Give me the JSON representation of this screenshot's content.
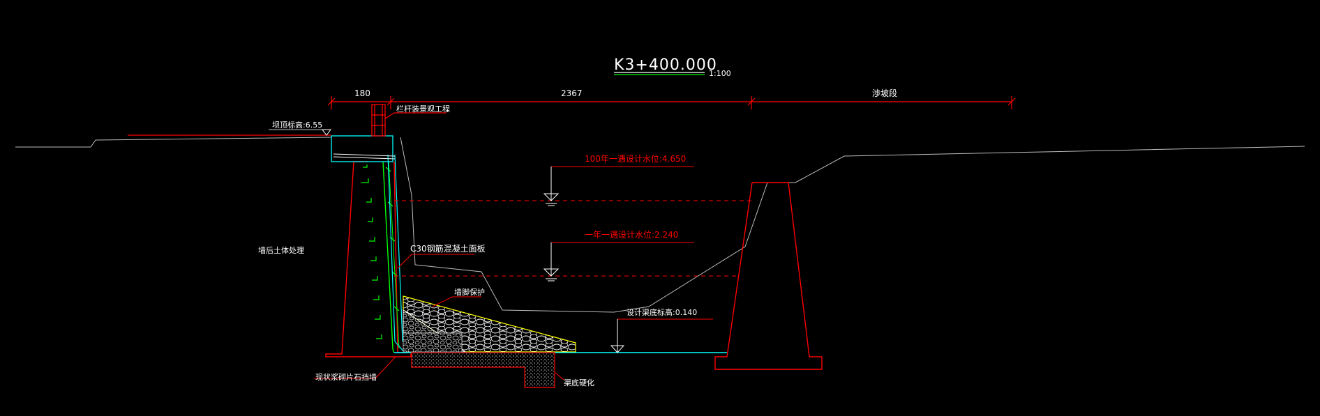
{
  "title": {
    "station": "K3+400.000",
    "scale": "1:100"
  },
  "dimensions": {
    "wall_width": "180",
    "channel_width": "2367",
    "right_segment": "渉坡段"
  },
  "labels": {
    "crest_elevation": "坝顶标高:6.55",
    "railing": "栏杆装景观工程",
    "flood_level_100yr": "100年一遇设计水位:4.650",
    "flood_level_1yr": "一年一遇设计水位:2.240",
    "backfill": "墙后土体处理",
    "c30_panel": "C30钢筋混凝土面板",
    "toe_protection": "墙脚保护",
    "design_bed": "设计渠底标高:0.140",
    "rubble_wall": "现状浆砌片石挡墙",
    "bed_hardening": "渠底硬化"
  },
  "colors": {
    "background": "#000000",
    "red": "#ff0000",
    "white": "#ffffff",
    "green": "#00ff00",
    "cyan": "#00ffff",
    "yellow": "#ffff00",
    "gray": "#bdbdbd"
  }
}
